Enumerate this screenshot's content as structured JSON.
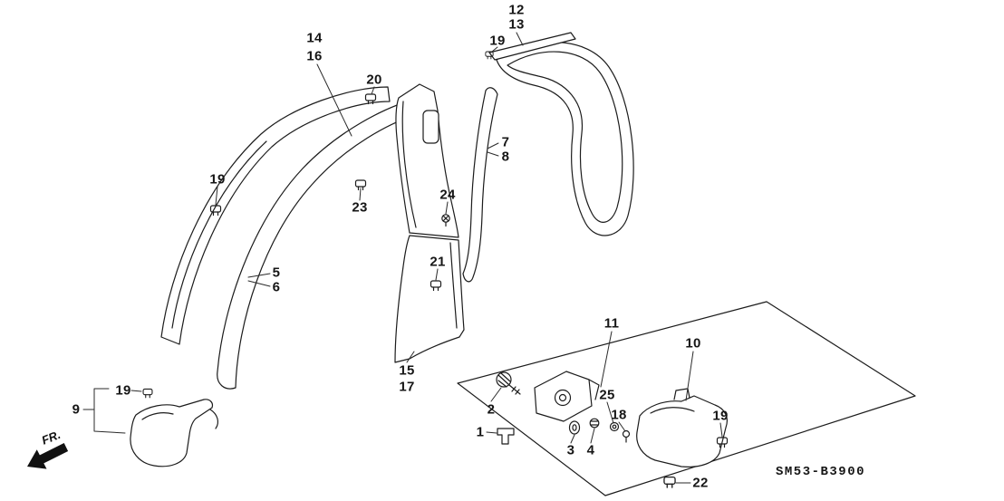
{
  "diagram": {
    "code": "SM53-B3900",
    "direction_label": "FR.",
    "callouts": [
      "12",
      "13",
      "19",
      "14",
      "16",
      "20",
      "7",
      "8",
      "19",
      "23",
      "24",
      "5",
      "6",
      "21",
      "11",
      "10",
      "15",
      "17",
      "19",
      "9",
      "2",
      "25",
      "18",
      "1",
      "3",
      "4",
      "19",
      "22"
    ],
    "icons": {
      "fr_arrow": "solid arrow pointing to vehicle front (lower-left)",
      "push_clip": "trim push clip fastener",
      "screw": "screw fastener",
      "grommet": "grommet washer"
    }
  }
}
